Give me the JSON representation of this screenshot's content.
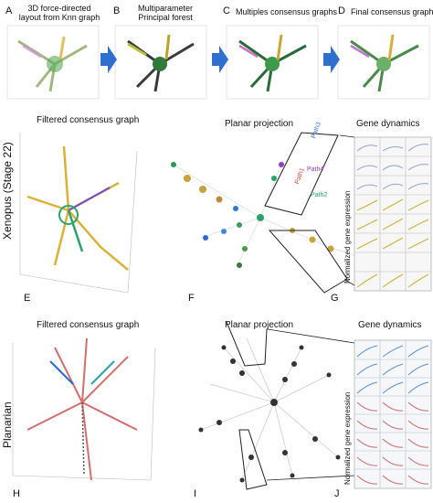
{
  "top_row": {
    "panels": [
      {
        "letter": "A",
        "title_lines": [
          "3D force-directed",
          "layout from Knn graph"
        ]
      },
      {
        "letter": "B",
        "title_lines": [
          "Multiparameter",
          "Principal forest"
        ]
      },
      {
        "letter": "C",
        "title_lines": [
          "Multiples consensus graphs"
        ]
      },
      {
        "letter": "D",
        "title_lines": [
          "Final consensus graph"
        ]
      }
    ]
  },
  "xenopus": {
    "side_label": "Xenopus (Stage 22)",
    "filtered_title": "Filtered consensus graph",
    "planar_title": "Planar projection",
    "gene_title": "Gene dynamics",
    "ylabel": "Normalized gene expression",
    "paths": [
      "Path3",
      "Path1",
      "Path4",
      "Path2"
    ],
    "letters": [
      "E",
      "F",
      "G"
    ]
  },
  "planarian": {
    "side_label": "Planarian",
    "filtered_title": "Filtered consensus graph",
    "planar_title": "Planar projection",
    "gene_title": "Gene dynamics",
    "ylabel": "Normalized gene expression",
    "letters": [
      "H",
      "I",
      "J"
    ]
  },
  "colors": {
    "arrow": "#2f6fcf",
    "path3": "#3b6fe0",
    "path1": "#d23c3c",
    "path4": "#9b3bbd",
    "path2": "#2aa36b"
  }
}
